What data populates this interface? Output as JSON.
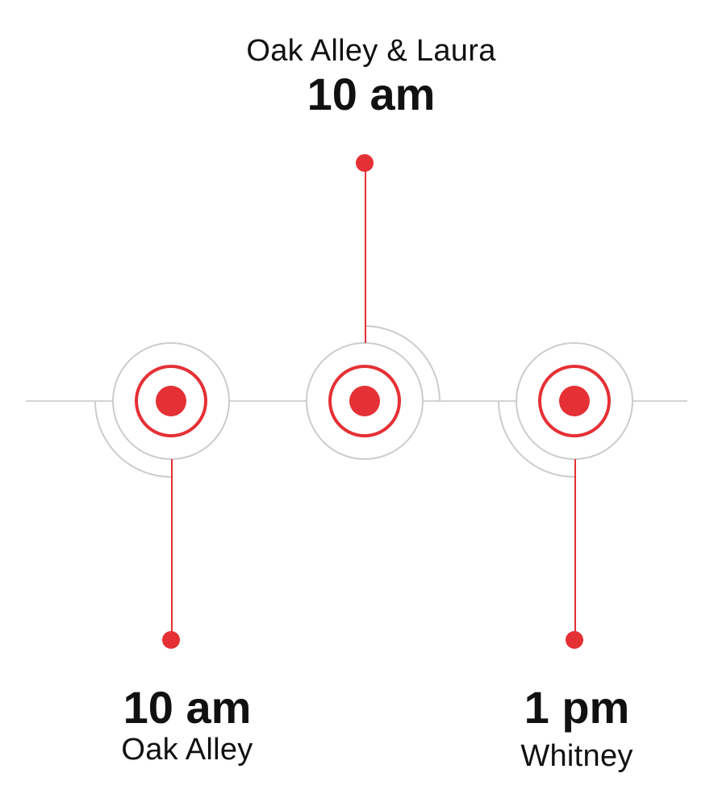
{
  "colors": {
    "accent": "#e53035",
    "ring": "#cccccc",
    "axis": "#d4d4d4",
    "text": "#111111"
  },
  "stops": [
    {
      "id": "left",
      "time": "10 am",
      "place": "Oak Alley",
      "label_side": "below"
    },
    {
      "id": "middle",
      "time": "10 am",
      "place": "Oak Alley & Laura",
      "label_side": "above"
    },
    {
      "id": "right",
      "time": "1 pm",
      "place": "Whitney",
      "label_side": "below"
    }
  ]
}
